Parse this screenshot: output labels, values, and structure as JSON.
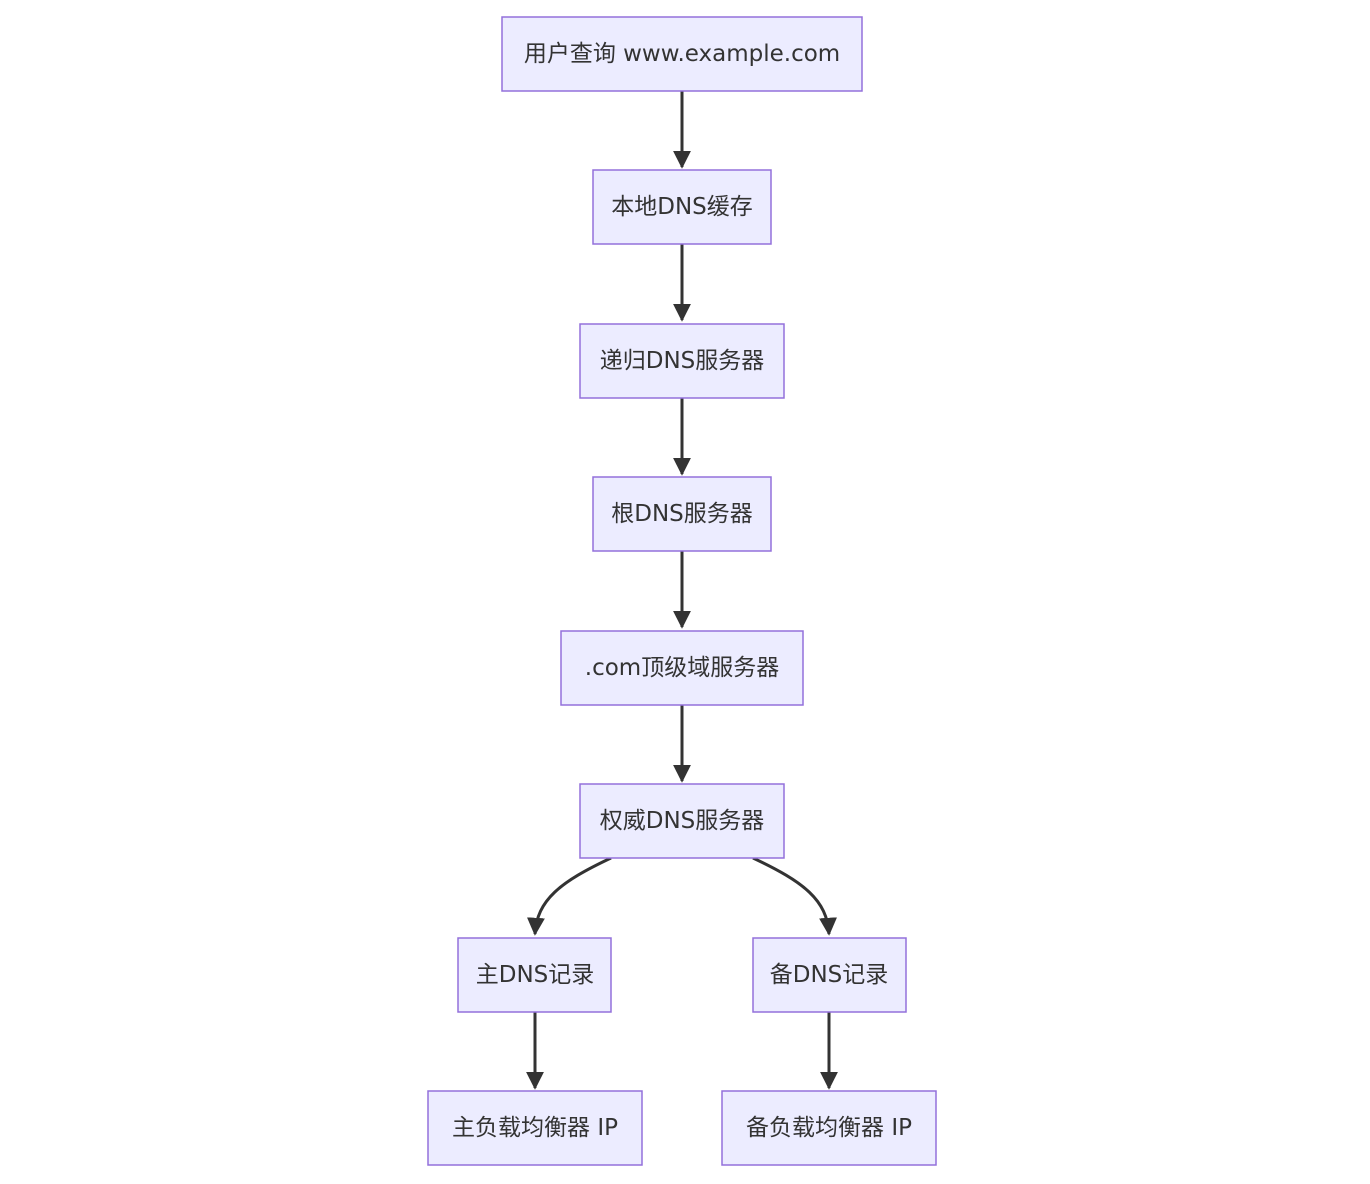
{
  "diagram": {
    "type": "flowchart",
    "direction": "top-to-bottom",
    "nodes": [
      {
        "id": "user_query",
        "label": "用户查询 www.example.com"
      },
      {
        "id": "local_cache",
        "label": "本地DNS缓存"
      },
      {
        "id": "recursive",
        "label": "递归DNS服务器"
      },
      {
        "id": "root",
        "label": "根DNS服务器"
      },
      {
        "id": "tld",
        "label": ".com顶级域服务器"
      },
      {
        "id": "authoritative",
        "label": "权威DNS服务器"
      },
      {
        "id": "primary_record",
        "label": "主DNS记录"
      },
      {
        "id": "backup_record",
        "label": "备DNS记录"
      },
      {
        "id": "primary_lb",
        "label": "主负载均衡器 IP"
      },
      {
        "id": "backup_lb",
        "label": "备负载均衡器 IP"
      }
    ],
    "edges": [
      {
        "from": "user_query",
        "to": "local_cache"
      },
      {
        "from": "local_cache",
        "to": "recursive"
      },
      {
        "from": "recursive",
        "to": "root"
      },
      {
        "from": "root",
        "to": "tld"
      },
      {
        "from": "tld",
        "to": "authoritative"
      },
      {
        "from": "authoritative",
        "to": "primary_record"
      },
      {
        "from": "authoritative",
        "to": "backup_record"
      },
      {
        "from": "primary_record",
        "to": "primary_lb"
      },
      {
        "from": "backup_record",
        "to": "backup_lb"
      }
    ],
    "colors": {
      "node_fill": "#ECECFF",
      "node_border": "#9370DB",
      "edge": "#333333",
      "text": "#333333"
    }
  }
}
